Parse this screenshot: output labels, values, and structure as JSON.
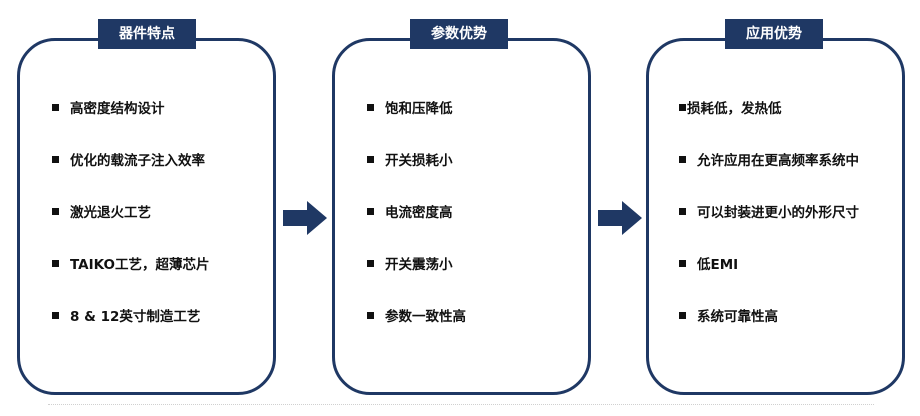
{
  "panels": [
    {
      "title": "器件特点",
      "items": [
        "高密度结构设计",
        "优化的载流子注入效率",
        "激光退火工艺",
        "TAIKO工艺，超薄芯片",
        "8 & 12英寸制造工艺"
      ]
    },
    {
      "title": "参数优势",
      "items": [
        "饱和压降低",
        "开关损耗小",
        "电流密度高",
        "开关震荡小",
        "参数一致性高"
      ]
    },
    {
      "title": "应用优势",
      "items": [
        "损耗低，发热低",
        "允许应用在更高频率系统中",
        "可以封装进更小的外形尺寸",
        "低EMI",
        "系统可靠性高"
      ]
    }
  ],
  "colors": {
    "accent": "#1f3864",
    "text": "#111111",
    "background": "#ffffff"
  },
  "icons": {
    "bullet": "square-bullet-icon",
    "connector": "right-arrow-icon"
  }
}
